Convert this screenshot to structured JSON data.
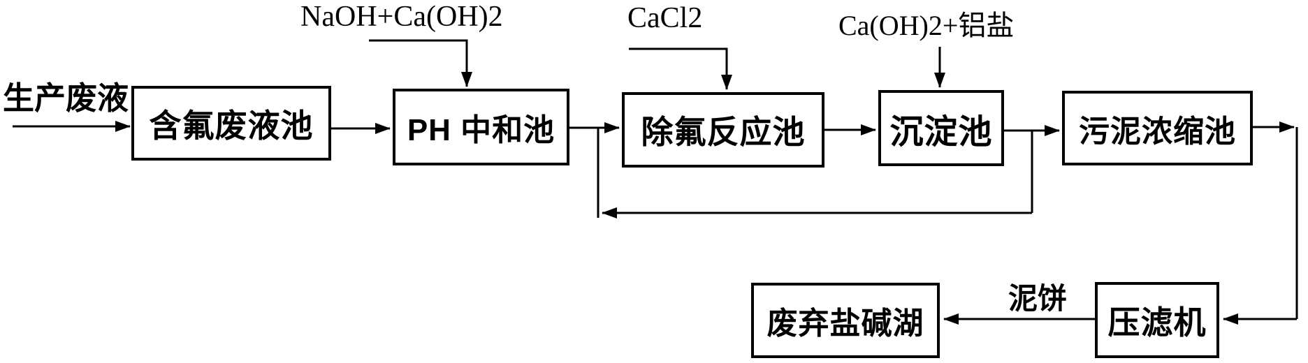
{
  "diagram": {
    "type": "flowchart",
    "background_color": "#ffffff",
    "line_color": "#000000",
    "feed_label": "生产废液",
    "nodes": {
      "fluoride_waste_pool": {
        "label": "含氟废液池"
      },
      "ph_neutralization_pool": {
        "label": "PH 中和池"
      },
      "defluoridation_reaction_pool": {
        "label": "除氟反应池"
      },
      "sedimentation_pool": {
        "label": "沉淀池"
      },
      "sludge_thickening_pool": {
        "label": "污泥浓缩池"
      },
      "filter_press": {
        "label": "压滤机"
      },
      "abandoned_salt_alkali_lake": {
        "label": "废弃盐碱湖"
      }
    },
    "reagent_labels": {
      "naoh_caoh2": "NaOH+Ca(OH)2",
      "cacl2": "CaCl2",
      "caoh2_aluminum_salt": "Ca(OH)2+铝盐"
    },
    "edge_labels": {
      "mud_cake": "泥饼"
    },
    "edges": [
      {
        "from": "feed",
        "to": "fluoride_waste_pool"
      },
      {
        "from": "fluoride_waste_pool",
        "to": "ph_neutralization_pool"
      },
      {
        "from": "naoh_caoh2",
        "to": "ph_neutralization_pool"
      },
      {
        "from": "ph_neutralization_pool",
        "to": "defluoridation_reaction_pool"
      },
      {
        "from": "cacl2",
        "to": "defluoridation_reaction_pool"
      },
      {
        "from": "defluoridation_reaction_pool",
        "to": "sedimentation_pool"
      },
      {
        "from": "caoh2_aluminum_salt",
        "to": "sedimentation_pool"
      },
      {
        "from": "sedimentation_pool",
        "to": "sludge_thickening_pool"
      },
      {
        "from": "sedimentation_pool_outlet",
        "to": "ph_to_defluoridation_stream"
      },
      {
        "from": "sludge_thickening_pool",
        "to": "filter_press"
      },
      {
        "from": "filter_press",
        "to": "abandoned_salt_alkali_lake",
        "label": "泥饼"
      }
    ]
  }
}
